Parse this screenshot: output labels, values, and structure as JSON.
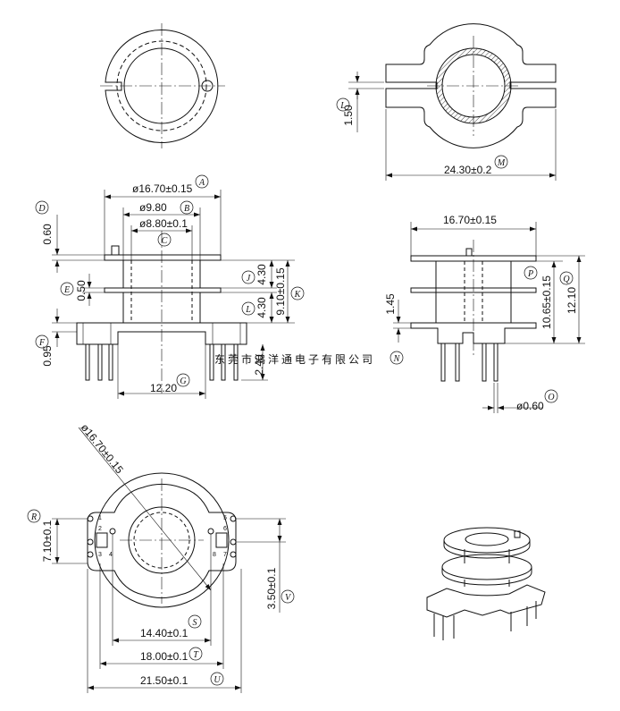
{
  "top_view": {},
  "side_view": {
    "dims": {
      "flange_dia": "ø16.70±0.15",
      "core_dia_outer": "ø9.80",
      "core_dia_inner": "ø8.80±0.1",
      "flange_thk": "0.60",
      "gap_top": "4.30",
      "gap_bottom": "4.30",
      "mid_flange_thk": "0.50",
      "total_height": "9.10±0.15",
      "base_thk": "0.95",
      "pin_row_span": "12.20",
      "pin_len": "2.40"
    },
    "labels": {
      "a": "A",
      "b": "B",
      "c": "C",
      "d": "D",
      "e": "E",
      "f": "F",
      "g": "G",
      "j": "J",
      "k": "K",
      "l": "L"
    }
  },
  "right_top_view": {
    "dims": {
      "slot": "1.50",
      "width": "24.30±0.2"
    },
    "labels": {
      "l": "L",
      "m": "M"
    }
  },
  "right_side_view": {
    "dims": {
      "flange_dia": "16.70±0.15",
      "step": "1.45",
      "h1": "10.65±0.15",
      "h2": "12.10",
      "pin_dia": "ø0.60"
    },
    "labels": {
      "n": "N",
      "o": "O",
      "p": "P",
      "q": "Q"
    }
  },
  "bottom_view": {
    "dims": {
      "diag_dia": "ø16.70±0.15",
      "pin_pitch_v": "7.10±0.1",
      "offset": "3.50±0.1",
      "span1": "14.40±0.1",
      "span2": "18.00±0.1",
      "span3": "21.50±0.1"
    },
    "labels": {
      "r": "R",
      "s": "S",
      "t": "T",
      "u": "U",
      "v": "V"
    },
    "pins": [
      "1",
      "2",
      "3",
      "4",
      "5",
      "6",
      "7",
      "8"
    ]
  },
  "watermark": "东莞市鸿洋通电子有限公司",
  "colors": {
    "line": "#111111",
    "watermark": "#c8d4e0"
  }
}
